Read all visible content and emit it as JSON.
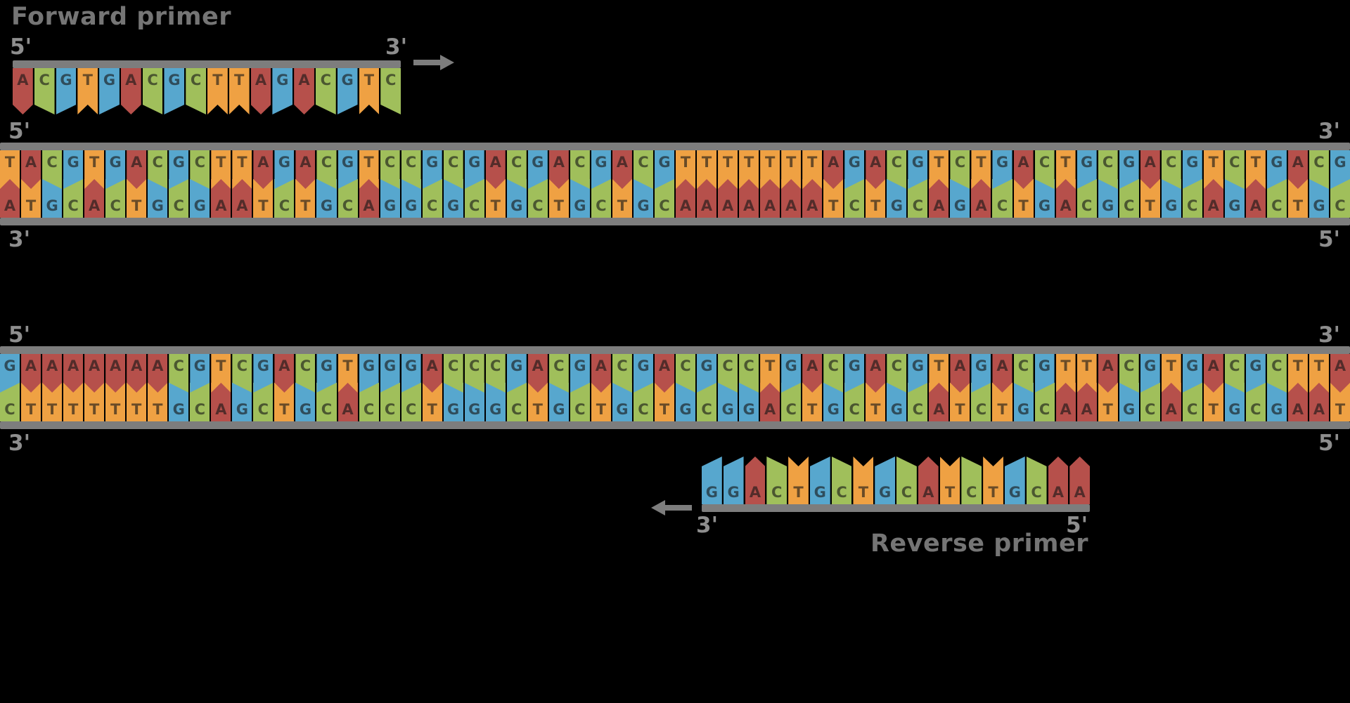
{
  "colors": {
    "A": "#b6504b",
    "C": "#a0bf5b",
    "G": "#57a7ce",
    "T": "#efa143",
    "bar": "#7d7d7d",
    "prime_label": "#8e8e8e",
    "title": "#757575",
    "letter": "rgba(22,22,22,0.62)",
    "background": "#000000"
  },
  "forward_primer": {
    "title": "Forward primer",
    "left_label": "5'",
    "right_label": "3'",
    "sequence": "ACGTGACGCTTAGACGTC"
  },
  "duplex_one": {
    "top_left_label": "5'",
    "top_right_label": "3'",
    "bottom_left_label": "3'",
    "bottom_right_label": "5'",
    "top_strand": "TACGTGACGCTTAGACGTCCGCGACGACGACGTTTTTTTAGACGTCTGACTGCGACGTCTGACG",
    "bottom_strand": "ATGCACTGCGAATCTGCAGGCGCTGCTGCTGCAAAAAAATCTGCAGACTGACGCTGCAGACTGC"
  },
  "duplex_two": {
    "top_left_label": "5'",
    "top_right_label": "3'",
    "bottom_left_label": "3'",
    "bottom_right_label": "5'",
    "top_strand": "GAAAAAAACGTCGACGTGGGACCCGACGACGACGCCTGACGACGTAGACGTTACGTGACGCTTA",
    "bottom_strand": "CTTTTTTTGCAGCTGCACCCTGGGCTGCTGCTGCGGACTGCTGCATCTGCAATGCACTGCGAAT"
  },
  "reverse_primer": {
    "title": "Reverse primer",
    "left_label": "3'",
    "right_label": "5'",
    "sequence": "GGACTGCTGCATCTGCAA"
  }
}
